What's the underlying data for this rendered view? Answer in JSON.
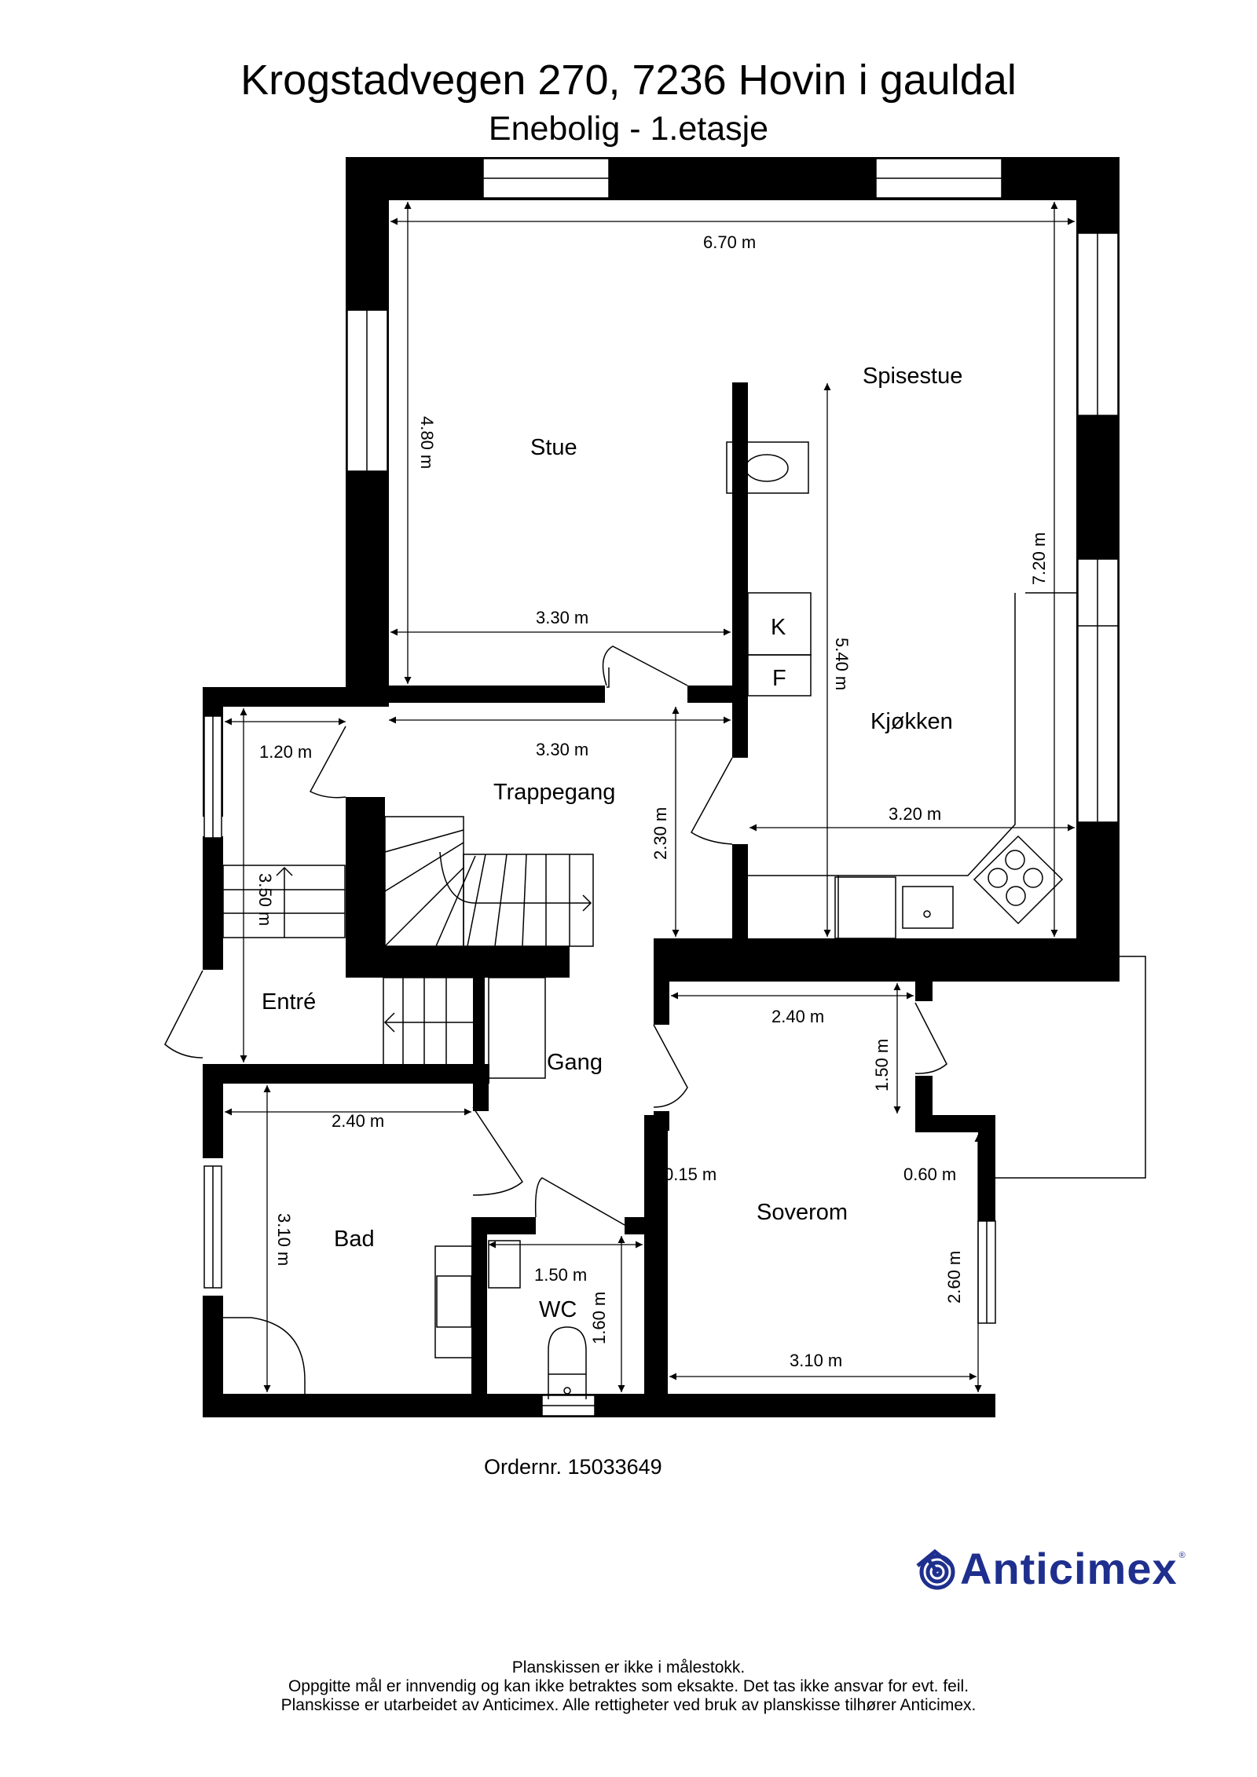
{
  "header": {
    "title": "Krogstadvegen 270, 7236 Hovin i gauldal",
    "subtitle": "Enebolig - 1.etasje"
  },
  "rooms": {
    "stue": "Stue",
    "spisestue": "Spisestue",
    "kjokken": "Kjøkken",
    "trappegang": "Trappegang",
    "entre": "Entré",
    "gang": "Gang",
    "bad": "Bad",
    "wc": "WC",
    "soverom": "Soverom"
  },
  "appliances": {
    "fridge": "K",
    "freezer": "F"
  },
  "dimensions": {
    "stue_spisestue_width": "6.70 m",
    "stue_height": "4.80 m",
    "stue_width": "3.30 m",
    "spisestue_kjokken_height": "7.20 m",
    "kjokken_height": "5.40 m",
    "kjokken_width": "3.20 m",
    "trappegang_width": "3.30 m",
    "trappegang_height": "2.30 m",
    "entre_width": "1.20 m",
    "entre_height": "3.50 m",
    "soverom_top_width": "2.40 m",
    "soverom_alcove_height": "1.50 m",
    "soverom_offset_left": "0.15 m",
    "soverom_offset_right": "0.60 m",
    "soverom_height": "2.60 m",
    "soverom_width": "3.10 m",
    "bad_width": "2.40 m",
    "bad_height": "3.10 m",
    "wc_width": "1.50 m",
    "wc_height": "1.60 m"
  },
  "footer": {
    "order_number": "Ordernr. 15033649",
    "logo_text": "Anticimex",
    "logo_registered": "®",
    "disclaimer_lines": [
      "Planskissen er ikke i målestokk.",
      "Oppgitte mål er innvendig og kan ikke betraktes som eksakte. Det tas ikke ansvar for evt. feil.",
      "Planskisse er utarbeidet av Anticimex. Alle rettigheter ved bruk av planskisse tilhører Anticimex."
    ]
  },
  "colors": {
    "wall": "#000000",
    "brand": "#1f2f8e",
    "background": "#ffffff"
  }
}
